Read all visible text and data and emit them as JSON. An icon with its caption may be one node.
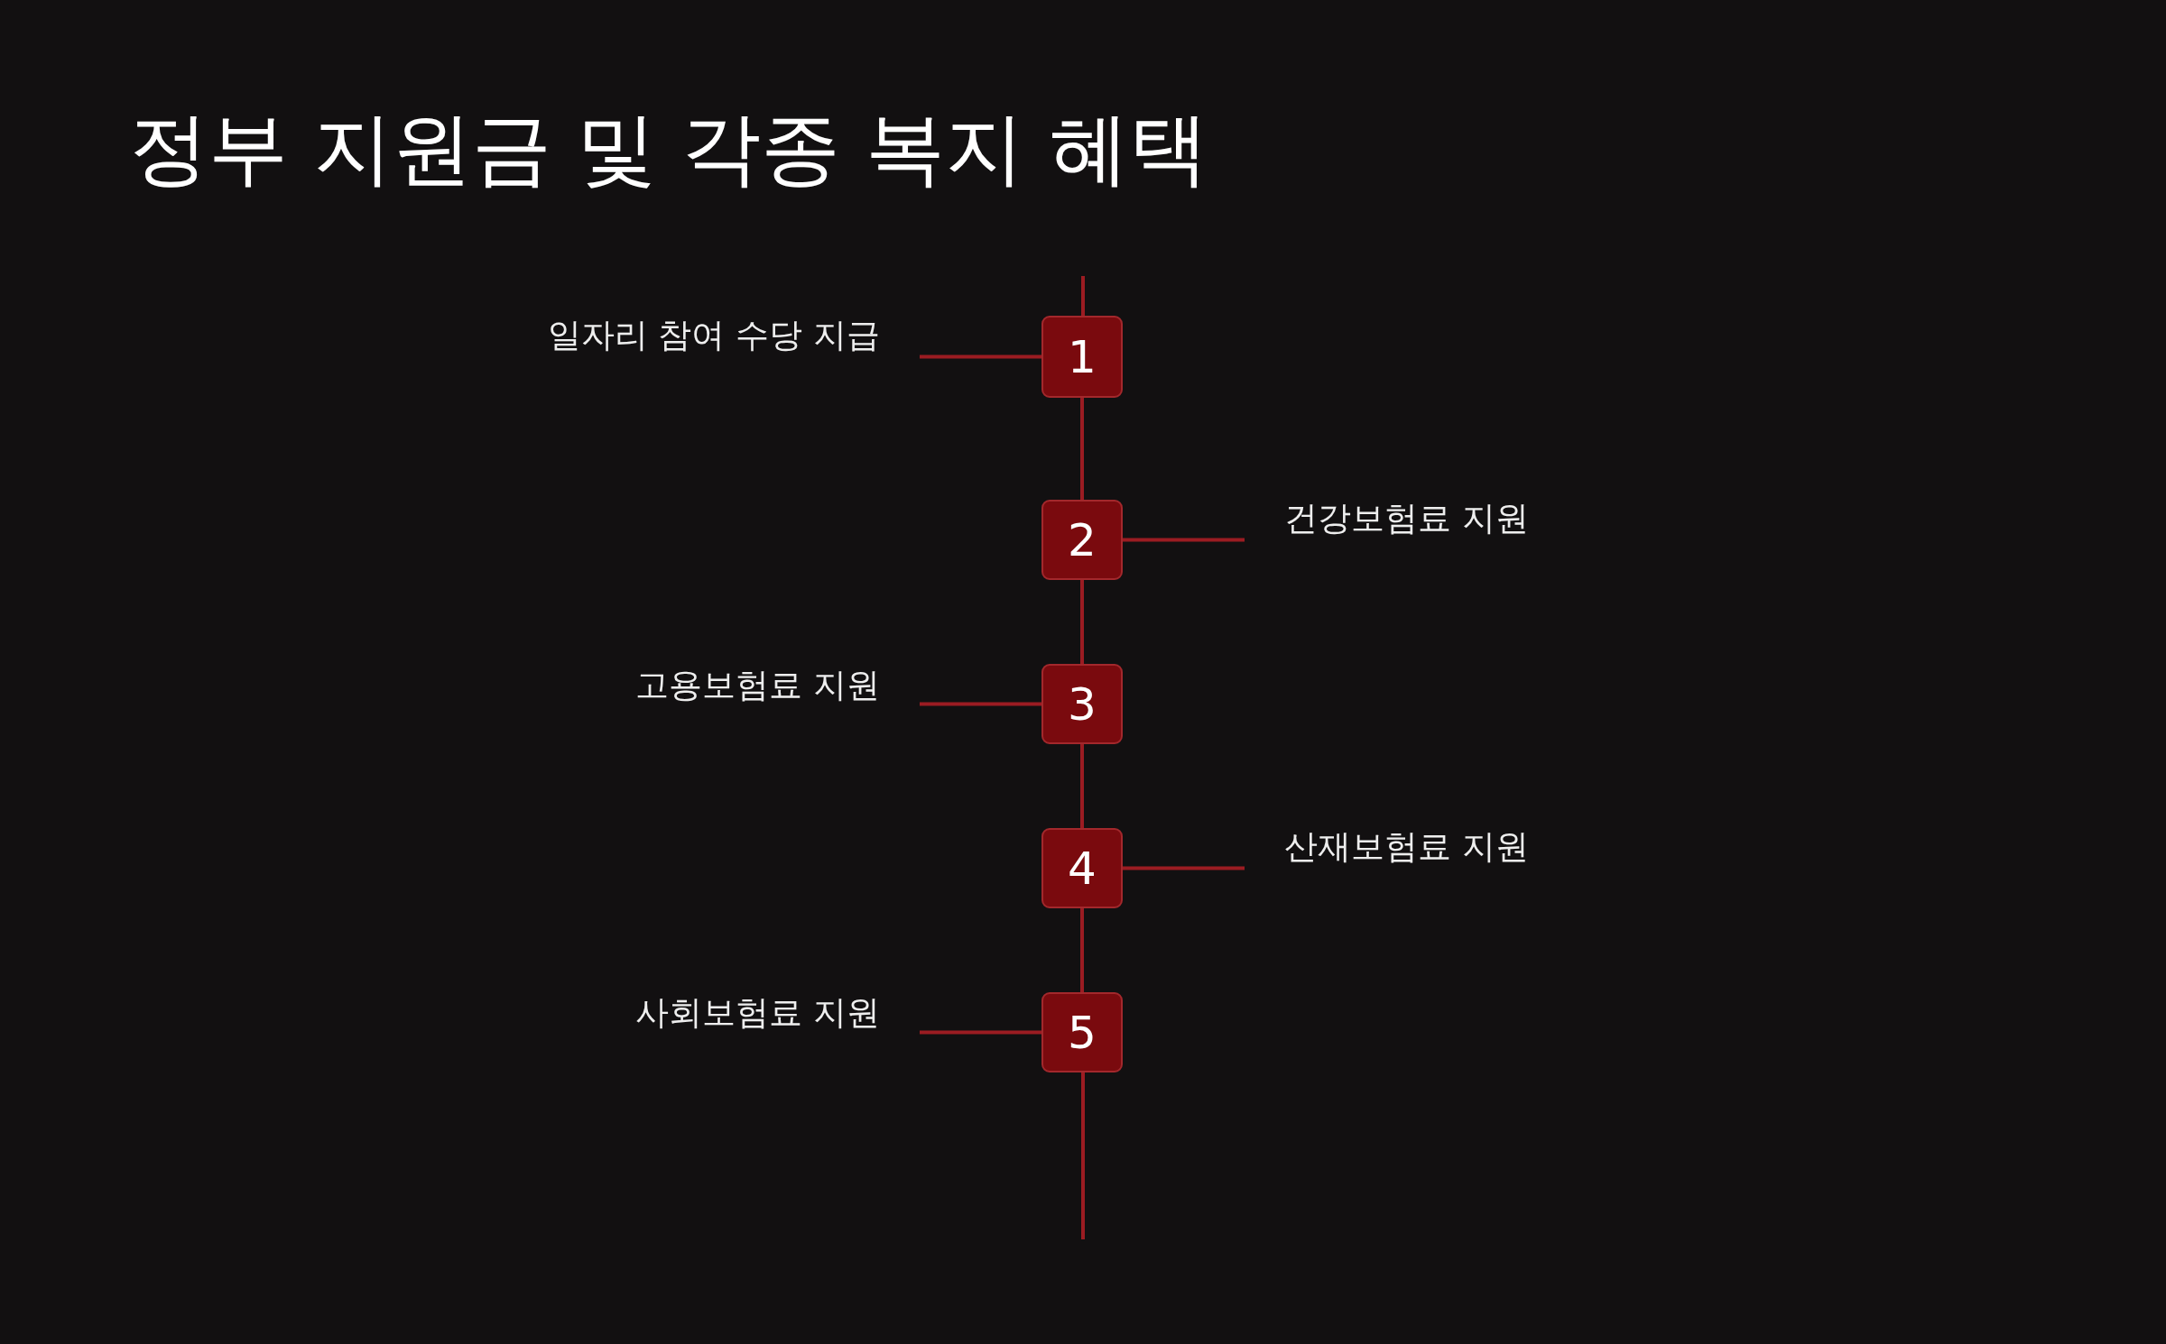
{
  "diagram": {
    "title": "정부 지원금 및 각종 복지 혜택",
    "nodes": [
      {
        "text": [
          "일자리 참여 수당 지급"
        ]
      },
      {
        "text": [
          "1"
        ]
      },
      {
        "text": [
          "2"
        ]
      },
      {
        "text": [
          "건강보험료 지원"
        ]
      },
      {
        "text": [
          "고용보험료 지원"
        ]
      },
      {
        "text": [
          "3"
        ]
      },
      {
        "text": [
          "4"
        ]
      },
      {
        "text": [
          "산재보험료 지원"
        ]
      },
      {
        "text": [
          "사회보험료 지원"
        ]
      },
      {
        "text": [
          "5"
        ]
      }
    ],
    "edges": [
      {
        "from": 0,
        "to": 1,
        "arrow": "none"
      },
      {
        "from": 3,
        "to": 2,
        "arrow": "none"
      },
      {
        "from": 4,
        "to": 5,
        "arrow": "none"
      },
      {
        "from": 7,
        "to": 6,
        "arrow": "none"
      },
      {
        "from": 8,
        "to": 9,
        "arrow": "none"
      },
      {
        "from": 1,
        "to": 2,
        "arrow": "none"
      },
      {
        "from": 2,
        "to": 5,
        "arrow": "none"
      },
      {
        "from": 5,
        "to": 6,
        "arrow": "none"
      },
      {
        "from": 6,
        "to": 9,
        "arrow": "none"
      }
    ]
  }
}
